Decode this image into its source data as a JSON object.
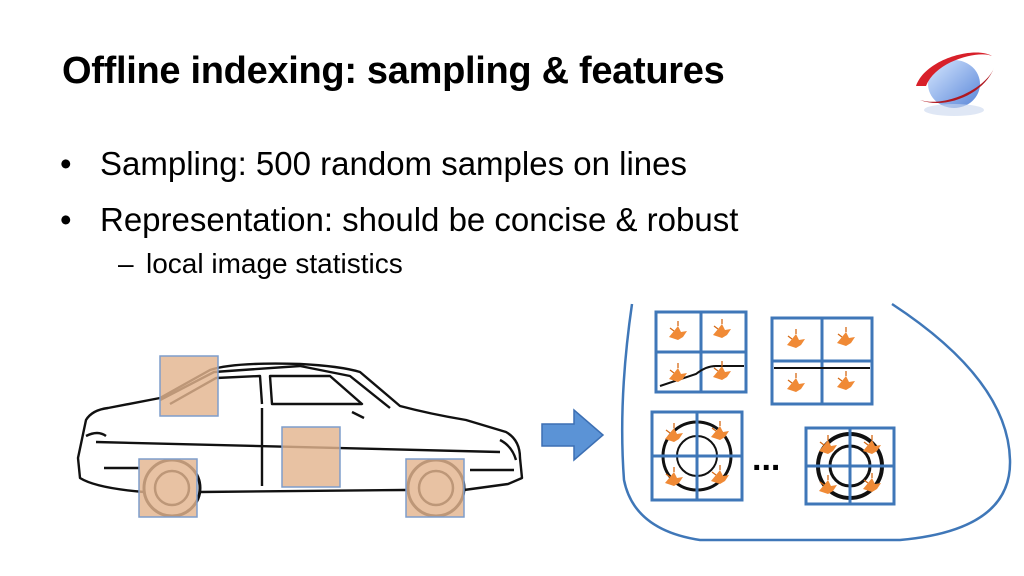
{
  "slide": {
    "title": "Offline indexing: sampling & features",
    "bullets": [
      "Sampling: 500 random samples on lines",
      "Representation: should be concise & robust"
    ],
    "sub_bullets": [
      "local image statistics"
    ],
    "bullet_glyph": "•",
    "dash_glyph": "–"
  },
  "figure": {
    "ellipsis": "...",
    "sample_color": "#e3b48f",
    "grid_color": "#3f77b8",
    "arrow_color": "#5b93d6",
    "gradient_color": "#f08a36"
  }
}
